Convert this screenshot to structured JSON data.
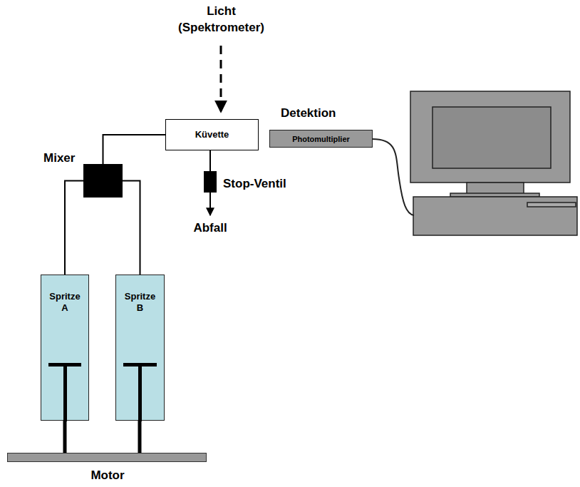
{
  "diagram": {
    "nodes": [
      {
        "text": [
          "Küvette"
        ]
      },
      {
        "text": [
          "Detektion",
          "Photomultiplier"
        ]
      },
      {
        "text": [
          "Mixer"
        ]
      },
      {
        "text": [
          "Stop-Ventil"
        ]
      },
      {
        "text": [
          "Spritze A"
        ]
      },
      {
        "text": [
          "Spritze B"
        ]
      },
      {
        "text": [
          "Motor"
        ]
      }
    ],
    "edges": [
      {
        "from": 2,
        "to": 0,
        "arrow": "none"
      },
      {
        "from": 0,
        "to": 3,
        "arrow": "none"
      },
      {
        "from": 4,
        "to": 2,
        "arrow": "none"
      },
      {
        "from": 5,
        "to": 2,
        "arrow": "none"
      }
    ],
    "labels": [
      "Licht (Spektrometer)",
      "Abfall"
    ]
  }
}
